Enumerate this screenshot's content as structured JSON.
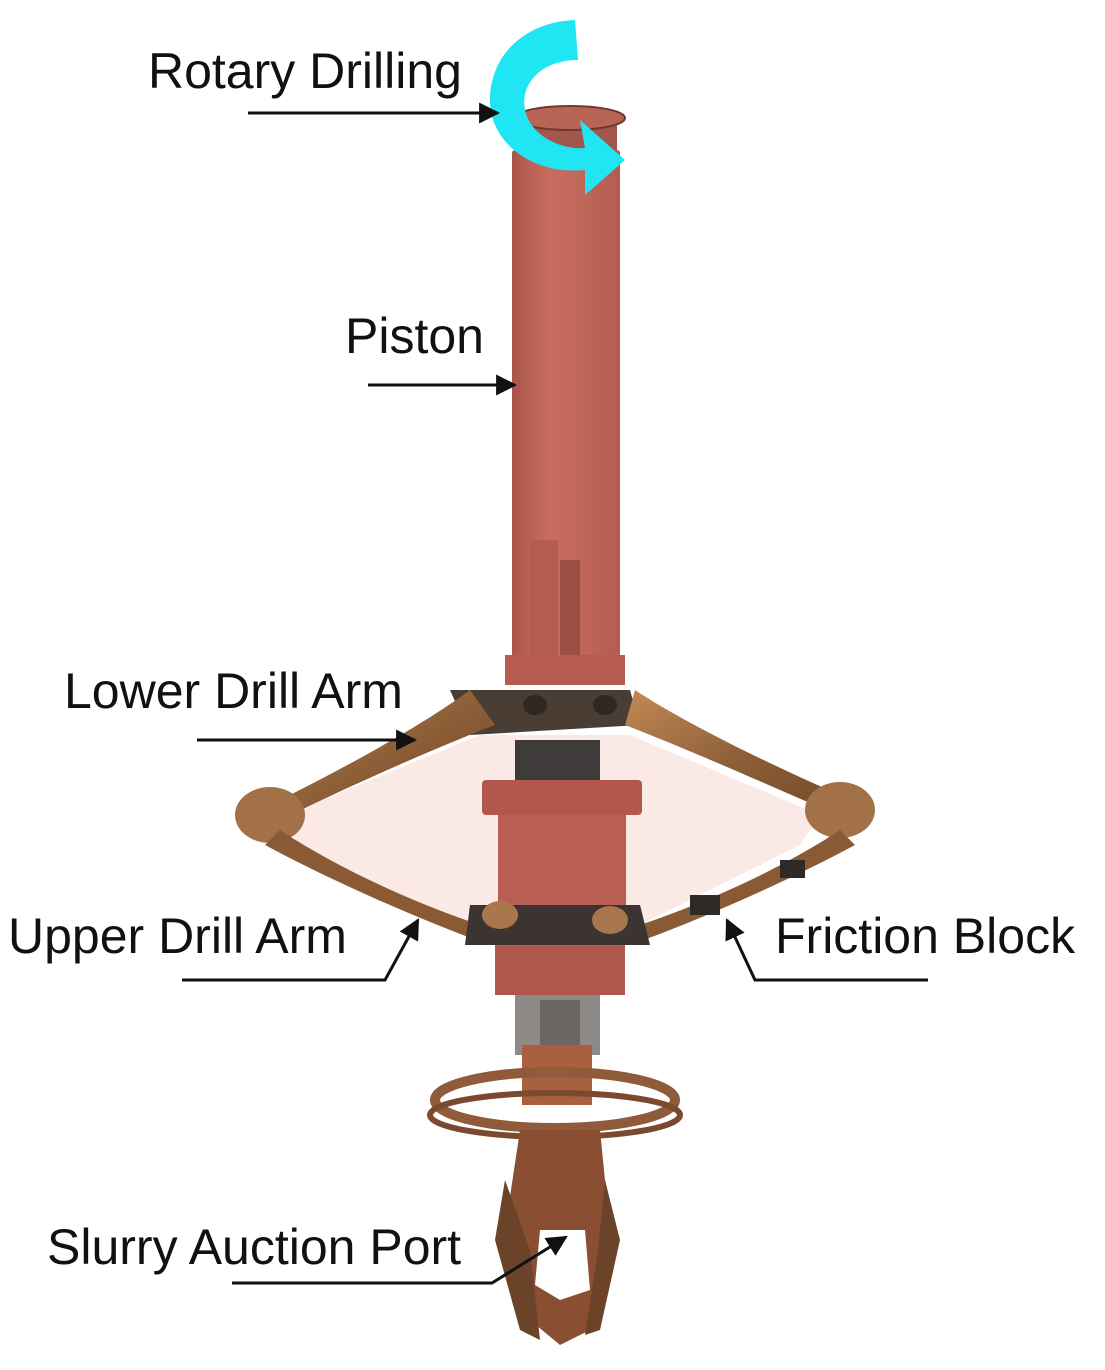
{
  "labels": {
    "rotary_drilling": "Rotary Drilling",
    "piston": "Piston",
    "lower_drill_arm": "Lower Drill Arm",
    "upper_drill_arm": "Upper Drill Arm",
    "friction_block": "Friction Block",
    "slurry_port": "Slurry Auction Port"
  },
  "colors": {
    "piston_body": "#c2685a",
    "piston_shade": "#a8554a",
    "arm_bronze": "#9a6a3e",
    "arm_dark": "#3a2f2a",
    "rotation_arrow": "#1fe6f2",
    "leader_line": "#111111"
  }
}
